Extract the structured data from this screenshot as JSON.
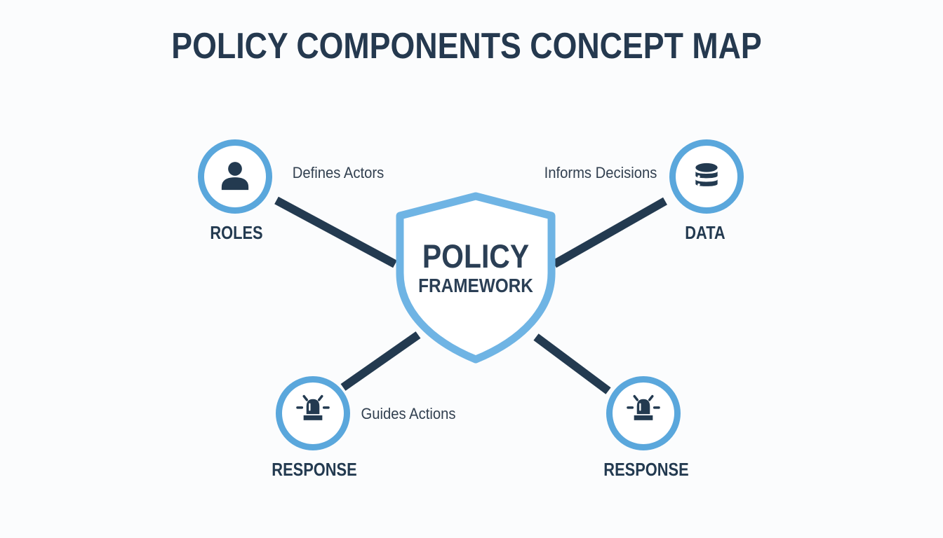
{
  "title": "POLICY COMPONENTS CONCEPT MAP",
  "center": {
    "icon": "shield-icon",
    "line1": "POLICY",
    "line2": "FRAMEWORK"
  },
  "nodes": [
    {
      "id": "roles",
      "label": "ROLES",
      "icon": "user-icon",
      "position": "top-left"
    },
    {
      "id": "data",
      "label": "DATA",
      "icon": "database-icon",
      "position": "top-right"
    },
    {
      "id": "response-left",
      "label": "RESPONSE",
      "icon": "siren-icon",
      "position": "bottom-left"
    },
    {
      "id": "response-right",
      "label": "RESPONSE",
      "icon": "siren-icon",
      "position": "bottom-right"
    }
  ],
  "edges": [
    {
      "from": "roles",
      "to": "center",
      "label": "Defines Actors"
    },
    {
      "from": "data",
      "to": "center",
      "label": "Informs Decisions"
    },
    {
      "from": "center",
      "to": "response-left",
      "label": "Guides Actions"
    },
    {
      "from": "center",
      "to": "response-right",
      "label": ""
    }
  ],
  "colors": {
    "accent_blue_circle": "#5aa7dc",
    "accent_blue_shield": "#6fb4e4",
    "navy": "#233a50",
    "edge_label_text": "#324050",
    "background": "#fbfcfd"
  }
}
